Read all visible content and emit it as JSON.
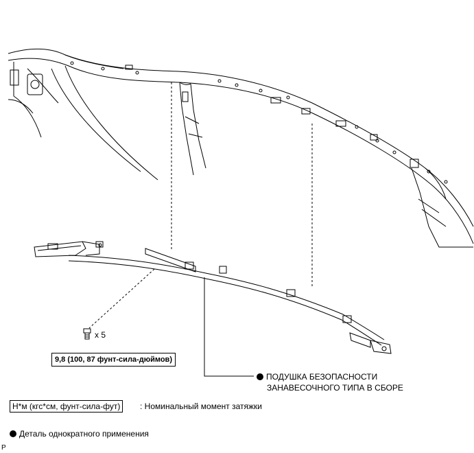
{
  "bolt_count": "x 5",
  "torque_value": "9,8 (100, 87 фунт-сила-дюймов)",
  "part_label_line1": "ПОДУШКА БЕЗОПАСНОСТИ",
  "part_label_line2": "ЗАНАВЕСОЧНОГО ТИПА В СБОРЕ",
  "legend": {
    "torque_units": "Н*м (кгс*см, фунт-сила-фут)",
    "torque_desc": ": Номинальный момент затяжки",
    "single_use": "Деталь однократного применения"
  },
  "corner_mark": "P"
}
